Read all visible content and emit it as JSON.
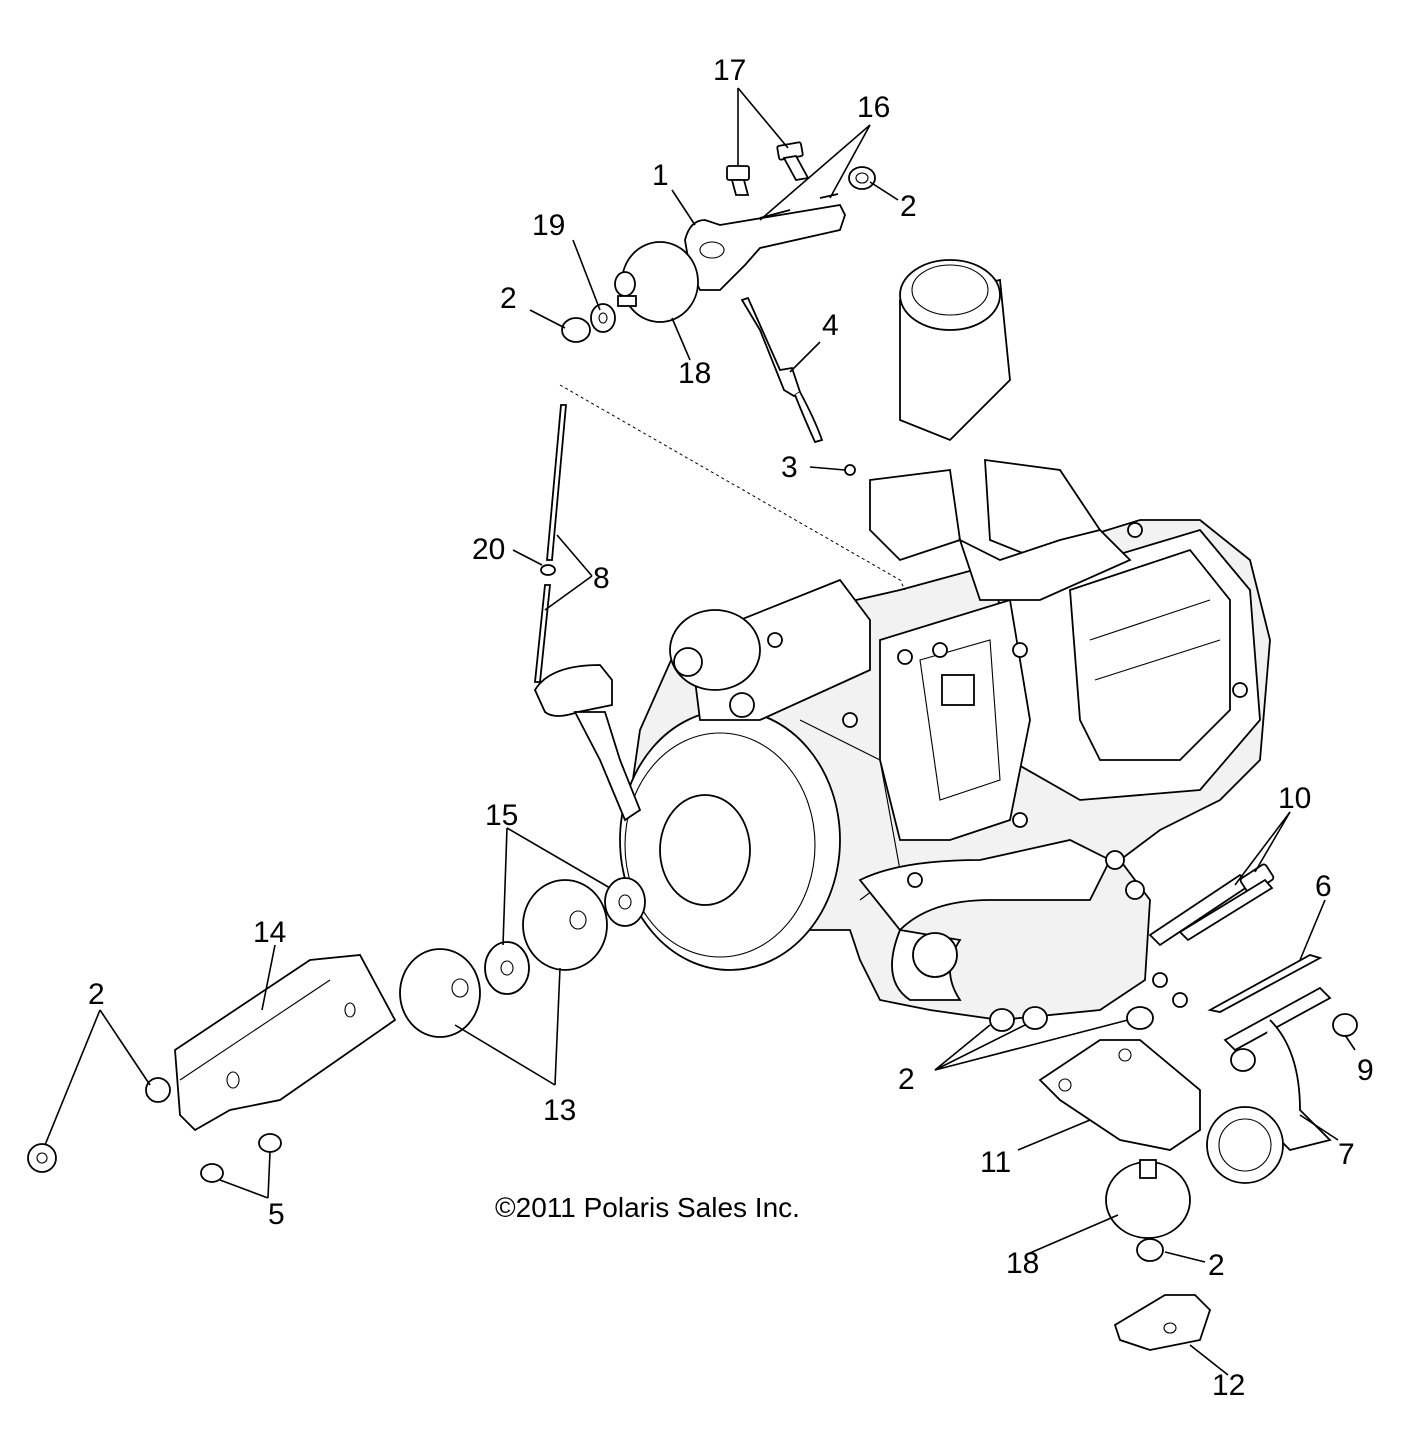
{
  "copyright": "©2011 Polaris Sales Inc.",
  "callouts": [
    "1",
    "2",
    "3",
    "4",
    "5",
    "6",
    "7",
    "8",
    "9",
    "10",
    "11",
    "12",
    "13",
    "14",
    "15",
    "16",
    "17",
    "18",
    "19",
    "20"
  ],
  "labels": {
    "c17": "17",
    "c16": "16",
    "c1": "1",
    "c2a": "2",
    "c19": "19",
    "c2b": "2",
    "c18a": "18",
    "c4": "4",
    "c3": "3",
    "c20": "20",
    "c8": "8",
    "c15": "15",
    "c10": "10",
    "c6": "6",
    "c14": "14",
    "c2c": "2",
    "c13": "13",
    "c5": "5",
    "c2d": "2",
    "c9": "9",
    "c11": "11",
    "c7": "7",
    "c18b": "18",
    "c2e": "2",
    "c12": "12"
  }
}
